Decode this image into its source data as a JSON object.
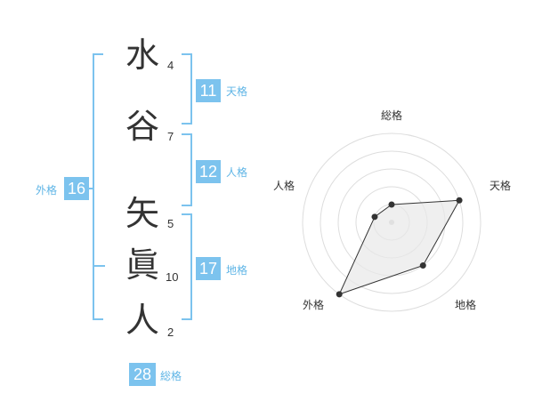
{
  "name_chars": [
    {
      "char": "水",
      "strokes": "4"
    },
    {
      "char": "谷",
      "strokes": "7"
    },
    {
      "char": "矢",
      "strokes": "5"
    },
    {
      "char": "眞",
      "strokes": "10"
    },
    {
      "char": "人",
      "strokes": "2"
    }
  ],
  "kaku": {
    "tenkaku": {
      "value": "11",
      "label": "天格"
    },
    "jinkaku": {
      "value": "12",
      "label": "人格"
    },
    "chikaku": {
      "value": "17",
      "label": "地格"
    },
    "gaikaku": {
      "value": "16",
      "label": "外格"
    },
    "soukaku": {
      "value": "28",
      "label": "総格"
    }
  },
  "colors": {
    "accent": "#7cc3ee",
    "accent_text": "#5fb5e6",
    "text": "#333333",
    "grid": "#dddddd",
    "fill": "#e8e8e8"
  },
  "chart_data": {
    "type": "radar",
    "axes": [
      "総格",
      "天格",
      "地格",
      "外格",
      "人格"
    ],
    "values": [
      1,
      4,
      3,
      5,
      1
    ],
    "max": 5,
    "rings": 5
  }
}
